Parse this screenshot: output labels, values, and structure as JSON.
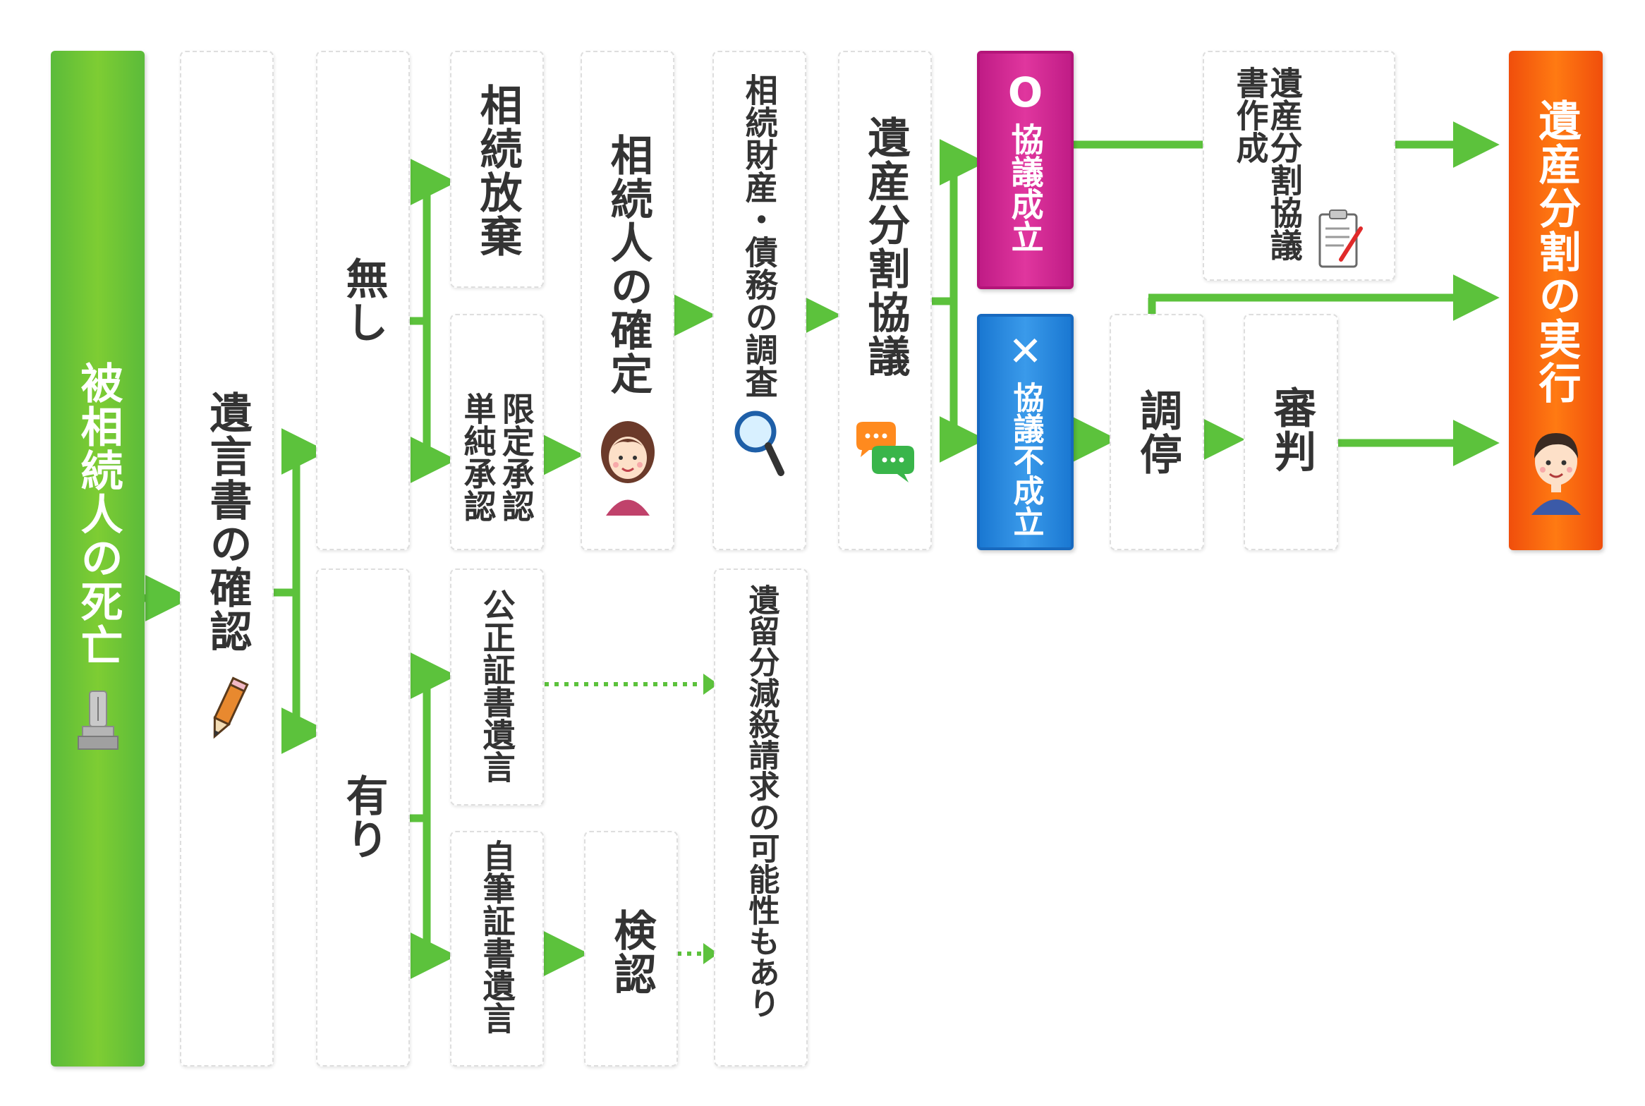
{
  "steps": {
    "death": "被相続人の死亡",
    "will_check": "遺言書の確認",
    "none": "無し",
    "exists": "有り",
    "renounce": "相続放棄",
    "limited_approval": "限定承認",
    "simple_approval": "単純承認",
    "notarized_will": "公正証書遺言",
    "holographic_will": "自筆証書遺言",
    "probate": "検認",
    "heir_confirm": "相続人の確定",
    "asset_survey": "相続財産・債務の調査",
    "reserved_portion": "遺留分減殺請求の可能性もあり",
    "division_talk": "遺産分割協議",
    "talk_success": "協議成立",
    "talk_fail": "協議不成立",
    "success_mark": "O",
    "fail_mark": "✕",
    "agreement_doc": "遺産分割協議書作成",
    "mediation": "調停",
    "judgment": "審判",
    "execution": "遺産分割の実行"
  },
  "colors": {
    "arrow": "#5cc23c",
    "start": "#6cc234",
    "success": "#d72891",
    "fail": "#2e8ee0",
    "end": "#ff6a10"
  },
  "icons": [
    "gravestone-icon",
    "pencil-icon",
    "woman-avatar-icon",
    "magnifier-icon",
    "chat-bubbles-icon",
    "clipboard-icon",
    "man-avatar-icon"
  ]
}
